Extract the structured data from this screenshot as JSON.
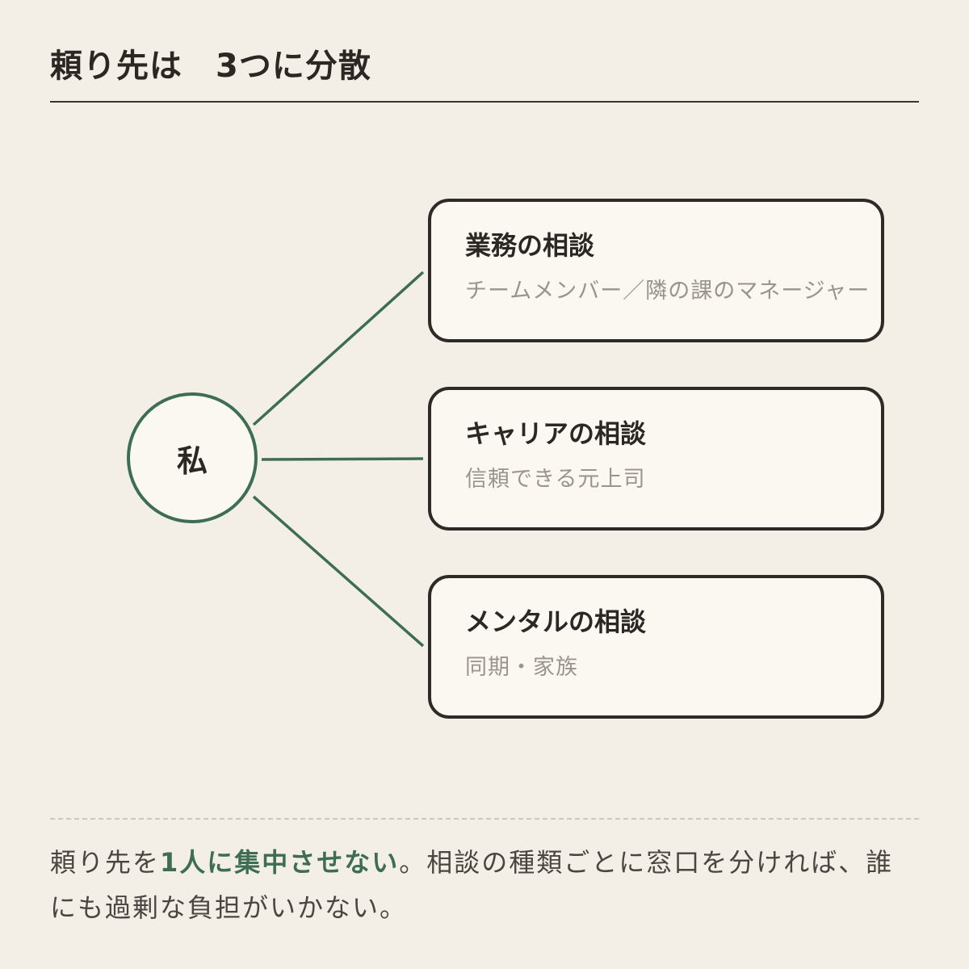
{
  "title": "頼り先は　3つに分散",
  "hub": {
    "label": "私"
  },
  "cards": [
    {
      "title": "業務の相談",
      "subtitle": "チームメンバー／隣の課のマネージャー"
    },
    {
      "title": "キャリアの相談",
      "subtitle": "信頼できる元上司"
    },
    {
      "title": "メンタルの相談",
      "subtitle": "同期・家族"
    }
  ],
  "footer": {
    "part1": "頼り先を",
    "emphasis": "1人に集中させない",
    "part2": "。相談の種類ごとに窓口を分ければ、誰にも過剰な負担がいかない。"
  },
  "colors": {
    "background": "#f4efe6",
    "accent_green": "#3d6e54",
    "card_border": "#2e2a26",
    "card_fill": "#fbf8f1",
    "muted_text": "#9a948b"
  }
}
